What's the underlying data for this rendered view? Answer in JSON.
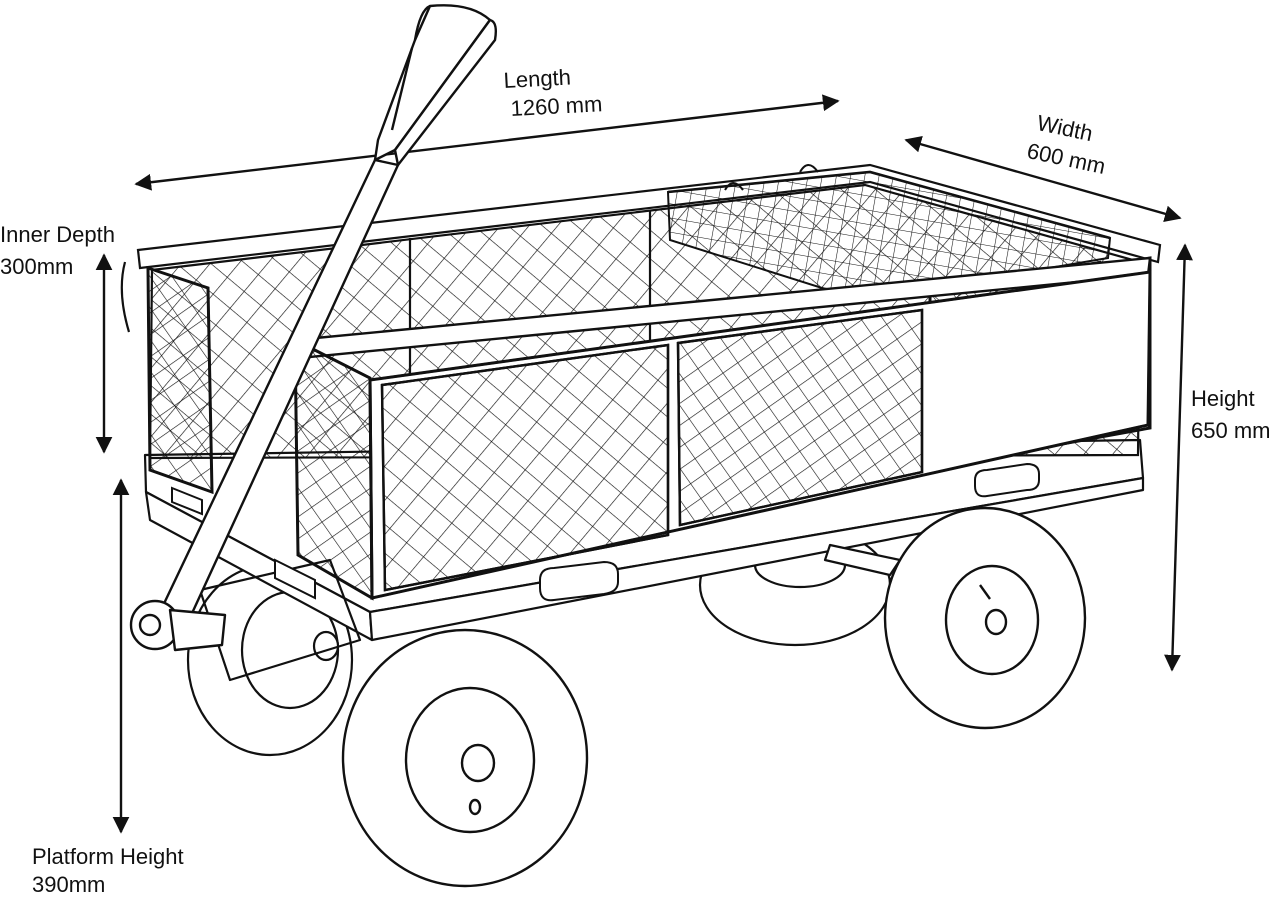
{
  "dimensions": {
    "length": {
      "label": "Length",
      "value": "1260 mm"
    },
    "width": {
      "label": "Width",
      "value": "600 mm"
    },
    "inner_depth": {
      "label": "Inner Depth",
      "value": "300mm"
    },
    "height": {
      "label": "Height",
      "value": "650 mm"
    },
    "platform_height": {
      "label": "Platform Height",
      "value": "390mm"
    }
  },
  "colors": {
    "line": "#111111",
    "background": "#ffffff"
  }
}
